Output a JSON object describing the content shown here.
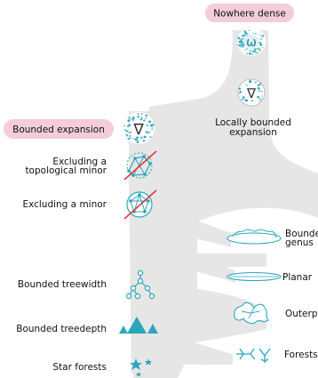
{
  "colors": {
    "band": "#e6e6e6",
    "band_dark": "#d6d6d6",
    "accent": "#2aa7bd",
    "highlight": "#f3cdd7",
    "cross": "#e23a3a",
    "omega_ring": "#b5d9df"
  },
  "classes": {
    "nowhere_dense": "Nowhere dense",
    "local_line1": "Locally bounded",
    "local_line2": "expansion",
    "bounded_expansion": "Bounded expansion",
    "top_minor_line1": "Excluding a",
    "top_minor_line2": "topological minor",
    "excl_minor": "Excluding a minor",
    "genus_line1": "Bounded",
    "genus_line2": "genus",
    "planar": "Planar",
    "treewidth": "Bounded treewidth",
    "outerplanar": "Outerp",
    "treedepth": "Bounded treedepth",
    "forests": "Forests",
    "star_forests": "Star forests"
  },
  "symbols": {
    "omega": "ω",
    "nabla": "∇"
  },
  "icons": {
    "omega": "omega-icon",
    "nabla_local": "nabla-local-icon",
    "nabla": "nabla-icon",
    "top_minor": "crossed-subdivision-icon",
    "minor": "crossed-minor-icon",
    "torus": "torus-icon",
    "planar": "planar-disk-icon",
    "tree": "tree-icon",
    "treedepth": "triangles-icon",
    "outerplanar": "outerplanar-icon",
    "forest": "forest-icon",
    "star": "stars-icon"
  }
}
